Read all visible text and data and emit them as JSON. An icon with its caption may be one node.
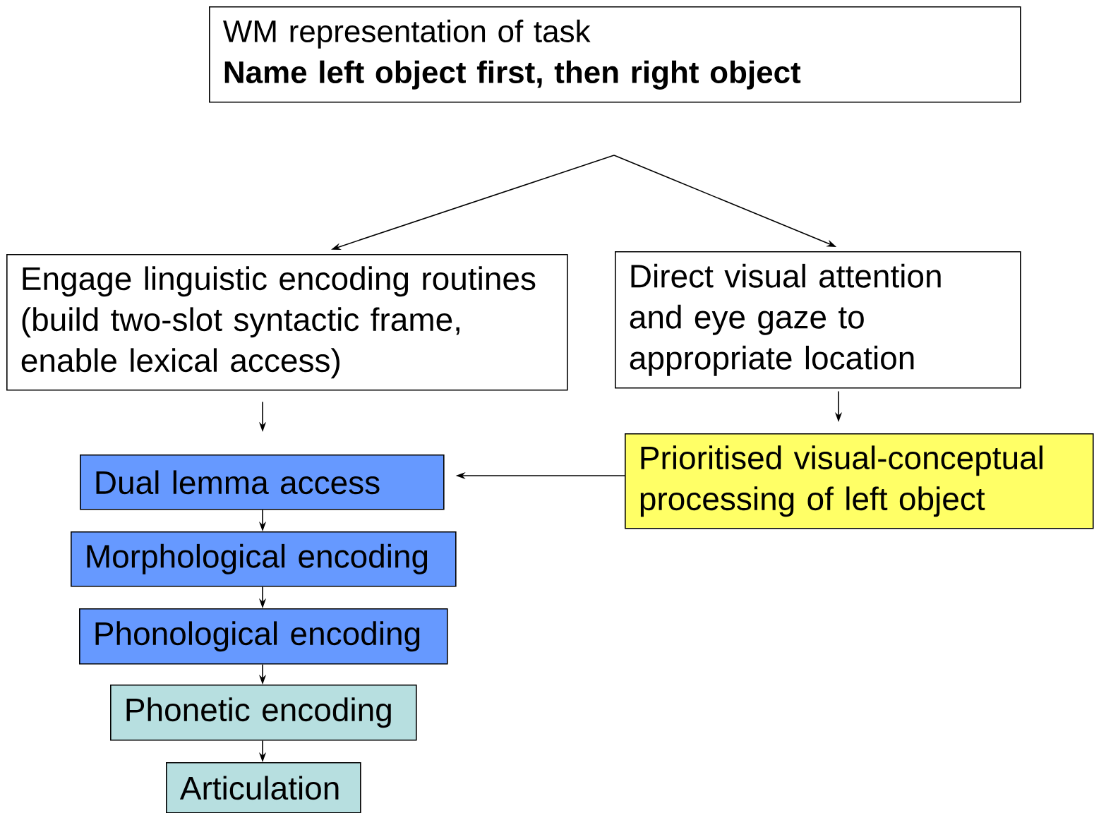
{
  "diagram": {
    "nodes": [
      {
        "text": [
          "WM representation of task",
          "Name left object first, then right object"
        ]
      },
      {
        "text": [
          "Engage linguistic encoding routines (build two-slot syntactic frame, enable lexical access)"
        ]
      },
      {
        "text": [
          "Direct visual attention and eye gaze to appropriate location"
        ]
      },
      {
        "text": [
          "Dual lemma access"
        ]
      },
      {
        "text": [
          "Morphological encoding"
        ]
      },
      {
        "text": [
          "Phonological encoding"
        ]
      },
      {
        "text": [
          "Phonetic encoding"
        ]
      },
      {
        "text": [
          "Articulation"
        ]
      },
      {
        "text": [
          "Prioritised visual-conceptual processing of left object"
        ]
      }
    ],
    "edges": [
      {
        "from": null,
        "to": 1,
        "arrow": "to"
      },
      {
        "from": null,
        "to": 2,
        "arrow": "to"
      },
      {
        "from": 1,
        "to": 3,
        "arrow": "to"
      },
      {
        "from": 2,
        "to": 8,
        "arrow": "to"
      },
      {
        "from": 8,
        "to": 3,
        "arrow": "to"
      },
      {
        "from": 3,
        "to": 4,
        "arrow": "to"
      },
      {
        "from": 4,
        "to": 5,
        "arrow": "to"
      },
      {
        "from": 5,
        "to": 6,
        "arrow": "to"
      },
      {
        "from": 6,
        "to": 7,
        "arrow": "to"
      }
    ]
  }
}
